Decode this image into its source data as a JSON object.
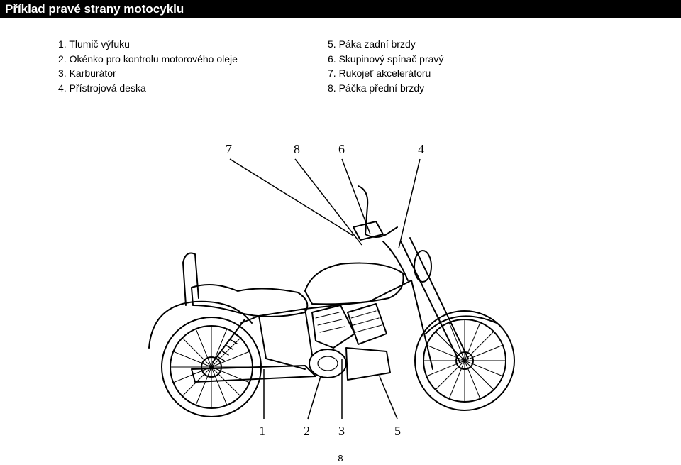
{
  "header": {
    "title": "Příklad pravé strany motocyklu"
  },
  "legend": {
    "left": [
      "1. Tlumič výfuku",
      "2. Okénko pro kontrolu motorového oleje",
      "3. Karburátor",
      "4. Přístrojová deska"
    ],
    "right": [
      "5. Páka zadní brzdy",
      "6. Skupinový spínač pravý",
      "7. Rukojeť akcelerátoru",
      "8. Páčka přední brzdy"
    ]
  },
  "figure": {
    "top_callouts": [
      "7",
      "8",
      "6",
      "4"
    ],
    "bottom_callouts": [
      "1",
      "2",
      "3",
      "5"
    ]
  },
  "footer": {
    "page_number": "8"
  }
}
